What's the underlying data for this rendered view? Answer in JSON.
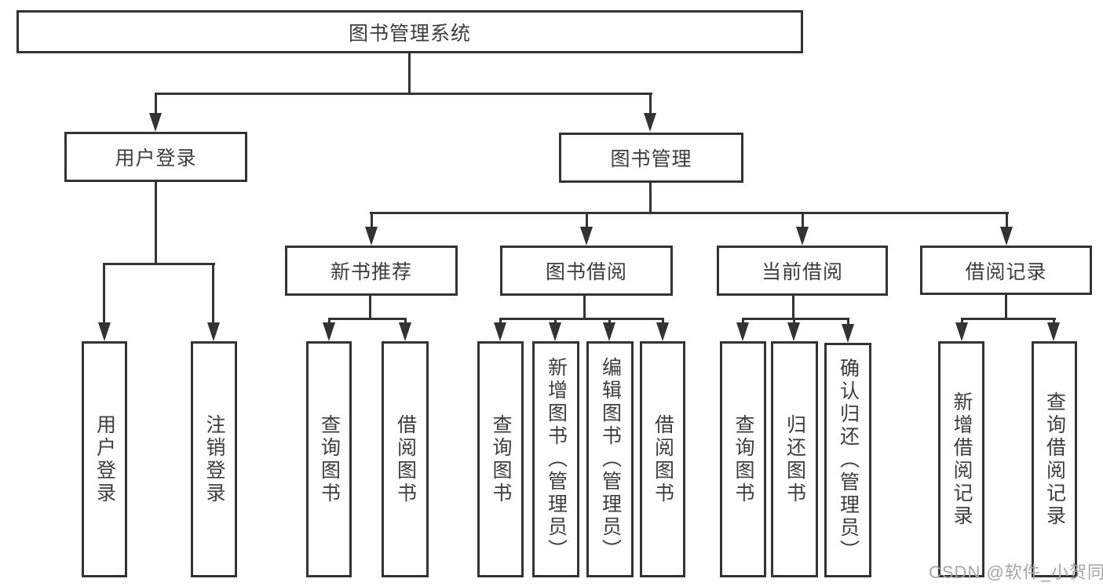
{
  "tree": {
    "root": {
      "label": "图书管理系统",
      "children": [
        {
          "label": "用户登录",
          "children": [
            {
              "label": "用户登录"
            },
            {
              "label": "注销登录"
            }
          ]
        },
        {
          "label": "图书管理",
          "children": [
            {
              "label": "新书推荐",
              "children": [
                {
                  "label": "查询图书"
                },
                {
                  "label": "借阅图书"
                }
              ]
            },
            {
              "label": "图书借阅",
              "children": [
                {
                  "label": "查询图书"
                },
                {
                  "label": "新增图书（管理员）"
                },
                {
                  "label": "编辑图书（管理员）"
                },
                {
                  "label": "借阅图书"
                }
              ]
            },
            {
              "label": "当前借阅",
              "children": [
                {
                  "label": "查询图书"
                },
                {
                  "label": "归还图书"
                },
                {
                  "label": "确认归还（管理员）"
                }
              ]
            },
            {
              "label": "借阅记录",
              "children": [
                {
                  "label": "新增借阅记录"
                },
                {
                  "label": "查询借阅记录"
                }
              ]
            }
          ]
        }
      ]
    }
  },
  "watermark": {
    "text": "CSDN @软件_小贺同学"
  },
  "colors": {
    "line": "#333333",
    "text": "#3d3d3d",
    "box_fill": "#ffffff",
    "background": "#ffffff",
    "watermark": "#a6a6a6"
  }
}
